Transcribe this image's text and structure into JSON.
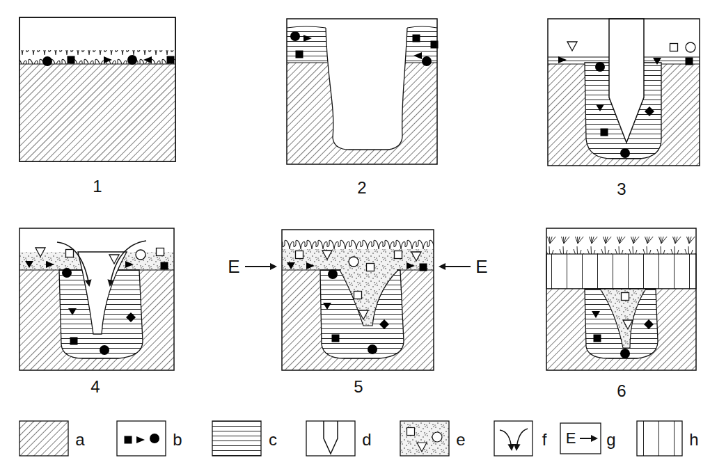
{
  "diagram": {
    "labels": [
      "1",
      "2",
      "3",
      "4",
      "5",
      "6",
      "E",
      "E",
      "E"
    ],
    "legend": [
      {
        "text": "a"
      },
      {
        "text": "b"
      },
      {
        "text": "c"
      },
      {
        "text": "d"
      },
      {
        "text": "e"
      },
      {
        "text": "f"
      },
      {
        "text": "g"
      },
      {
        "text": "h"
      }
    ]
  }
}
